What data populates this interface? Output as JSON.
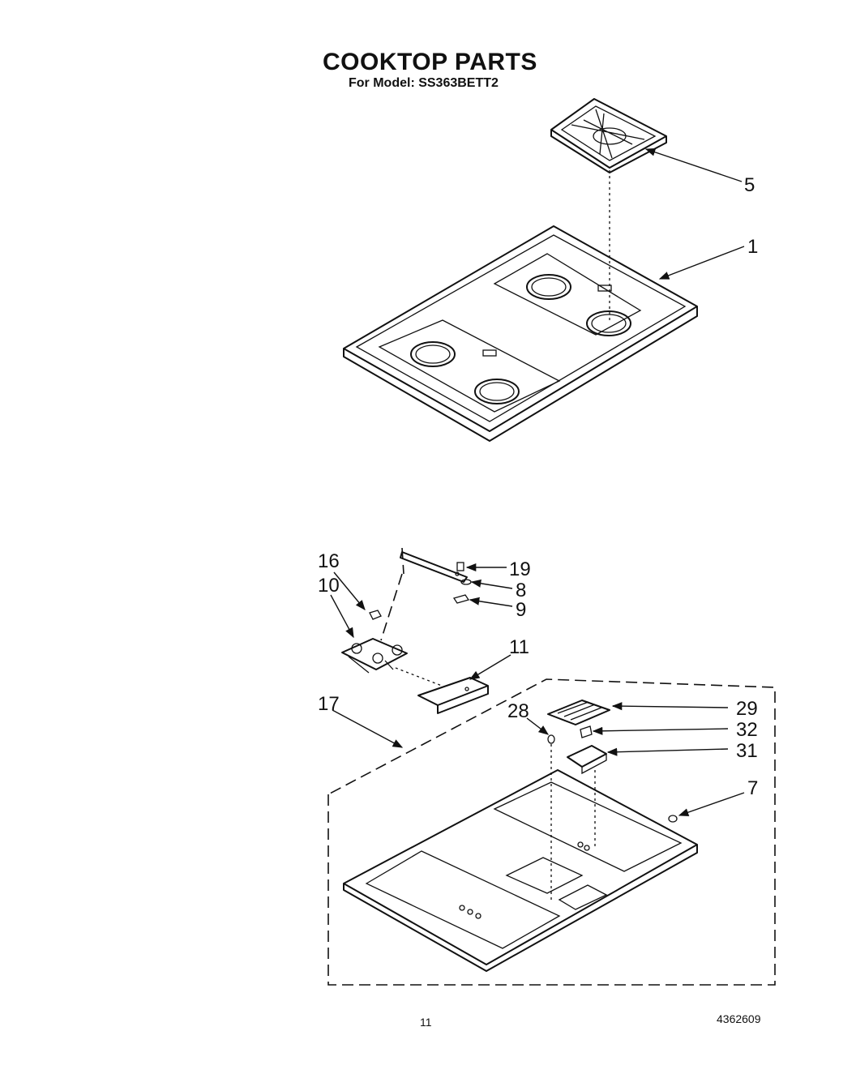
{
  "title": "COOKTOP PARTS",
  "subtitle": "For Model: SS363BETT2",
  "callouts": {
    "p5": "5",
    "p1": "1",
    "p16": "16",
    "p10": "10",
    "p19": "19",
    "p8": "8",
    "p9": "9",
    "p11": "11",
    "p17": "17",
    "p28": "28",
    "p29": "29",
    "p32": "32",
    "p31": "31",
    "p7": "7"
  },
  "footer": {
    "page_number": "11",
    "document_number": "4362609"
  }
}
